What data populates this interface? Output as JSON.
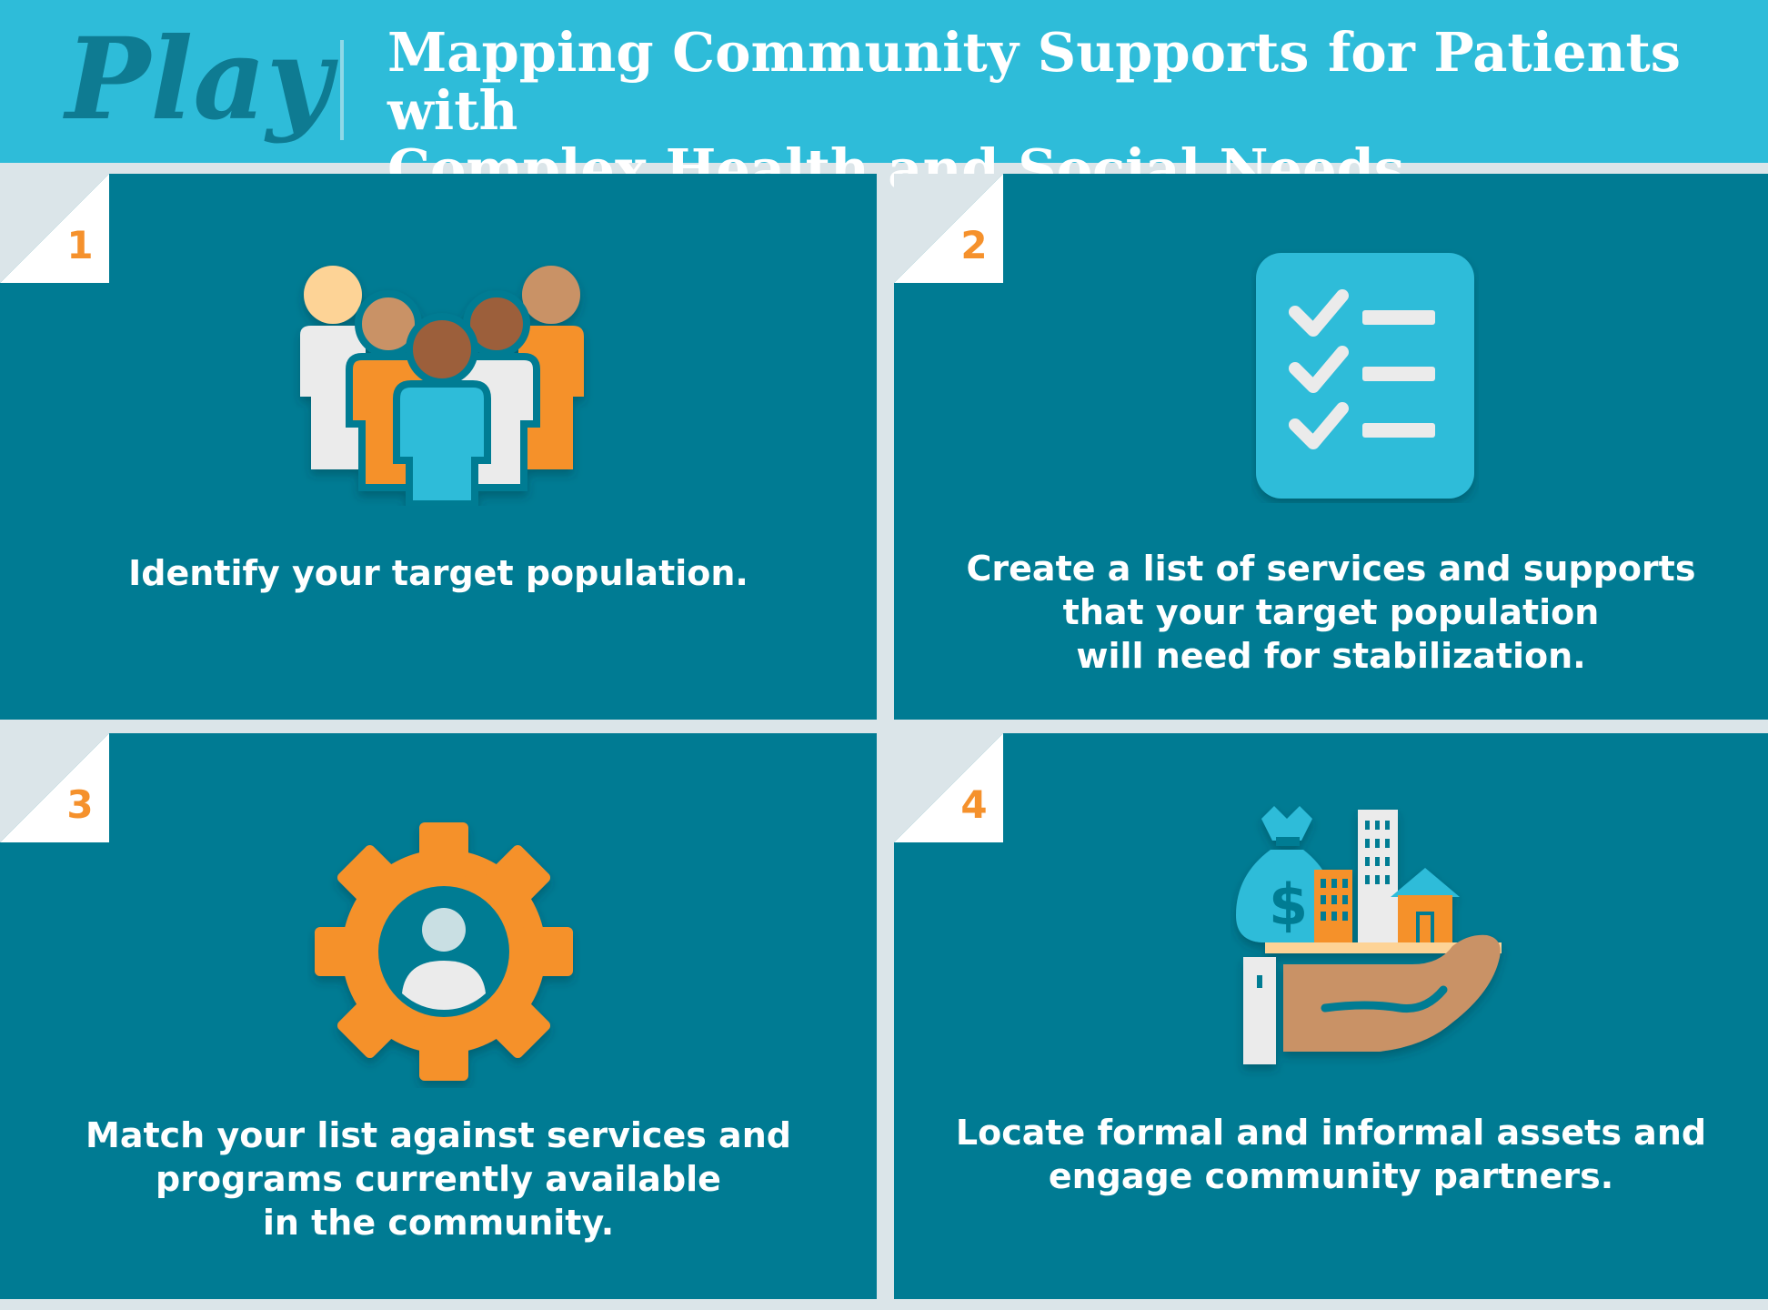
{
  "header": {
    "play_label": "Play",
    "title_line1": "Mapping Community Supports for Patients with",
    "title_line2": "Complex Health and Social Needs"
  },
  "steps": [
    {
      "number": "1",
      "icon": "people-group-icon",
      "lines": [
        "Identify your target population."
      ]
    },
    {
      "number": "2",
      "icon": "checklist-icon",
      "lines": [
        "Create a list of services and supports",
        "that your target population",
        "will need for stabilization."
      ]
    },
    {
      "number": "3",
      "icon": "gear-person-icon",
      "lines": [
        "Match your list against services and",
        "programs currently available",
        "in the community."
      ]
    },
    {
      "number": "4",
      "icon": "hand-holding-assets-icon",
      "lines": [
        "Locate formal and informal assets and",
        "engage community partners."
      ]
    }
  ],
  "colors": {
    "header_bg": "#2ebcd9",
    "panel_bg": "#007b93",
    "accent_orange": "#f5912c",
    "play_text": "#0e7b92"
  }
}
